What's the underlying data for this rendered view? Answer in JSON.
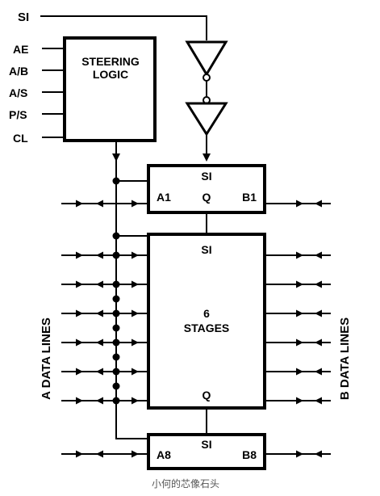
{
  "inputs": {
    "si_top": "SI",
    "ae": "AE",
    "ab": "A/B",
    "as": "A/S",
    "ps": "P/S",
    "cl": "CL"
  },
  "steering": {
    "line1": "STEERING",
    "line2": "LOGIC"
  },
  "stage1": {
    "si": "SI",
    "a": "A1",
    "q": "Q",
    "b": "B1"
  },
  "middle": {
    "si": "SI",
    "count": "6",
    "name": "STAGES",
    "q": "Q"
  },
  "stage8": {
    "si": "SI",
    "a": "A8",
    "b": "B8"
  },
  "side_labels": {
    "left": "A DATA LINES",
    "right": "B DATA LINES"
  },
  "watermark": "小何的芯像石头",
  "colors": {
    "line": "#000000",
    "background": "#ffffff",
    "watermark": "#555555"
  }
}
